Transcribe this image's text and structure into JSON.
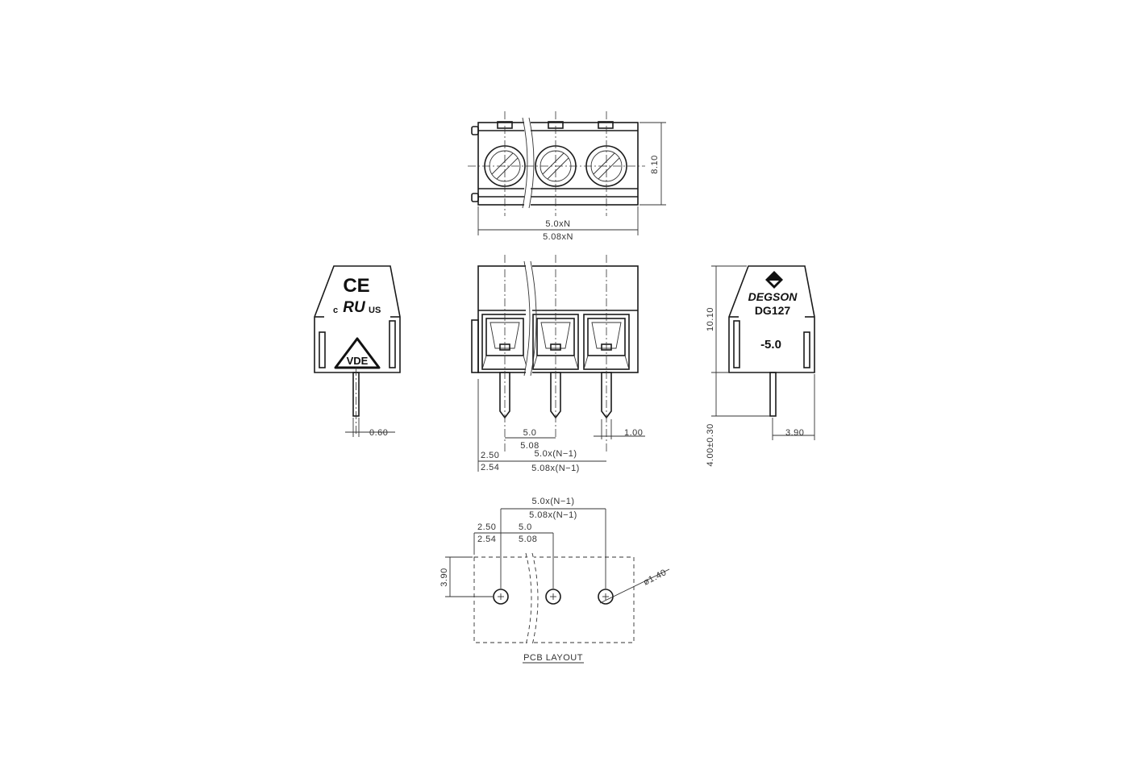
{
  "top_view": {
    "width_dim_1": "5.0xN",
    "width_dim_2": "5.08xN",
    "height_dim": "8.10"
  },
  "left_side": {
    "ce_mark": "CE",
    "ul_c": "c",
    "ul_mark": "RU",
    "ul_us": "US",
    "vde_mark": "VDE",
    "pin_dim": "0.60"
  },
  "front_view": {
    "pitch_1": "5.0",
    "pitch_2": "5.08",
    "offset_1": "2.50",
    "offset_2": "2.54",
    "span_1": "5.0x(N−1)",
    "span_2": "5.08x(N−1)",
    "pin_width": "1.00"
  },
  "right_side": {
    "brand": "DEGSON",
    "model": "DG127",
    "pitch_label": "-5.0",
    "height_dim": "10.10",
    "pin_length_dim": "4.00±0.30",
    "pin_pos_dim": "3.90"
  },
  "pcb": {
    "span_1": "5.0x(N−1)",
    "span_2": "5.08x(N−1)",
    "offset_1": "2.50",
    "offset_2": "2.54",
    "pitch_1": "5.0",
    "pitch_2": "5.08",
    "hole_dim": "ø1.40",
    "row_dim": "3.90",
    "caption": "PCB LAYOUT"
  }
}
